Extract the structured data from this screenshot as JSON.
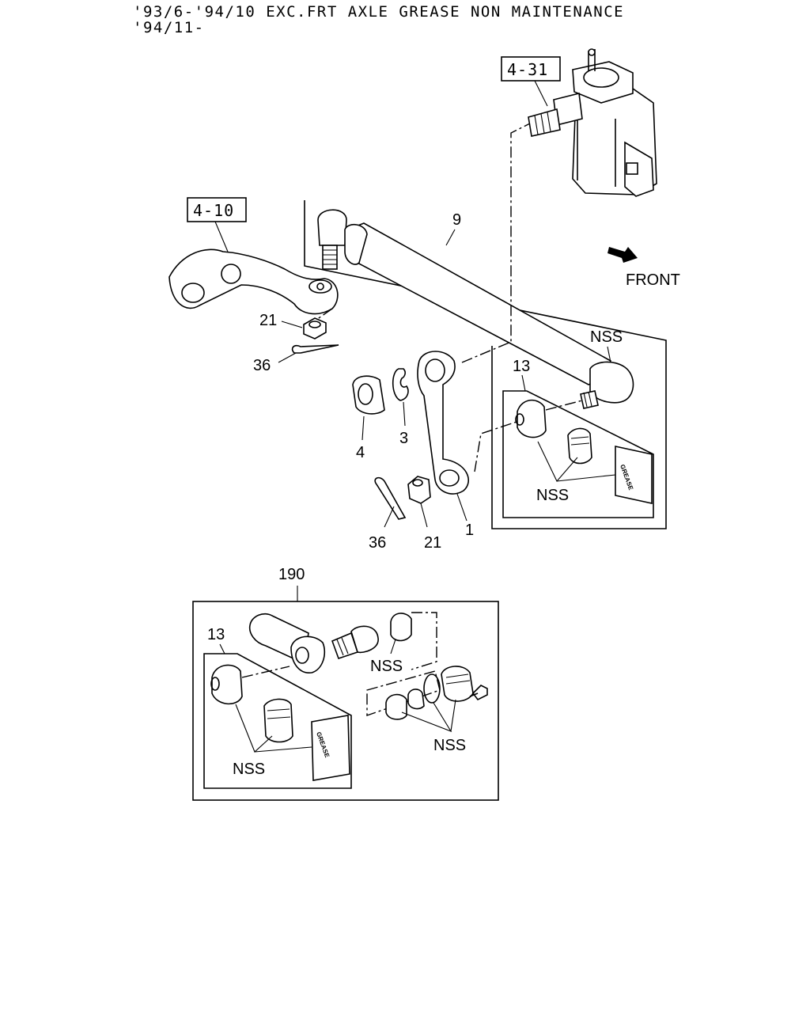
{
  "header": {
    "line1": "'93/6-'94/10 EXC.FRT AXLE GREASE NON MAINTENANCE",
    "line2": "'94/11-"
  },
  "diagram": {
    "refs": {
      "steering_gear": "4-31",
      "pitman_arm": "4-10"
    },
    "direction_label": "FRONT",
    "grease_label": "GREASE",
    "callouts": {
      "relay_rod": "9",
      "nss_rod_end": "NSS",
      "kit_13_top": "13",
      "nss_kit_top": "NSS",
      "nut_21_top": "21",
      "cotter_36_top": "36",
      "washer_4": "4",
      "ring_3": "3",
      "cotter_36_bottom": "36",
      "nut_21_bottom": "21",
      "idler_arm_1": "1",
      "assembly_190": "190",
      "kit_13_bottom": "13",
      "nss_boot": "NSS",
      "nss_kit_bottom": "NSS",
      "nss_parts": "NSS"
    }
  }
}
